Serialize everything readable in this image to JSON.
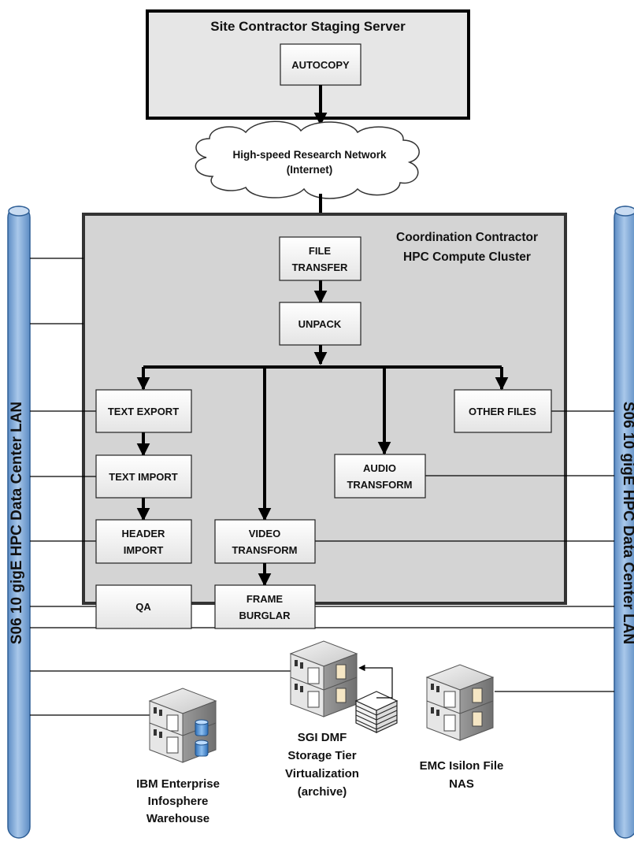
{
  "staging_server": {
    "title": "Site Contractor Staging Server",
    "autocopy": "AUTOCOPY"
  },
  "network": {
    "line1": "High-speed Research Network",
    "line2": "(Internet)"
  },
  "cluster": {
    "title_line1": "Coordination Contractor",
    "title_line2": "HPC Compute Cluster",
    "boxes": {
      "file_transfer": [
        "FILE",
        "TRANSFER"
      ],
      "unpack": [
        "UNPACK"
      ],
      "text_export": [
        "TEXT EXPORT"
      ],
      "text_import": [
        "TEXT IMPORT"
      ],
      "header_import": [
        "HEADER",
        "IMPORT"
      ],
      "qa": [
        "QA"
      ],
      "video_transform": [
        "VIDEO",
        "TRANSFORM"
      ],
      "frame_burglar": [
        "FRAME",
        "BURGLAR"
      ],
      "audio_transform": [
        "AUDIO",
        "TRANSFORM"
      ],
      "other_files": [
        "OTHER FILES"
      ]
    }
  },
  "lan": {
    "left_label": "S06 10 gigE HPC Data Center LAN",
    "right_label": "S06 10 gigE HPC Data Center LAN"
  },
  "storage": {
    "ibm": [
      "IBM Enterprise",
      "Infosphere",
      "Warehouse"
    ],
    "sgi": [
      "SGI DMF",
      "Storage Tier",
      "Virtualization",
      "(archive)"
    ],
    "emc": [
      "EMC Isilon File",
      "NAS"
    ]
  },
  "icons": [
    "server-rack-icon",
    "disk-icon",
    "tape-library-icon",
    "cloud-icon"
  ],
  "colors": {
    "cluster_fill": "#d4d4d4",
    "staging_fill": "#e6e6e6",
    "lan_pipe": "#8fb4dc",
    "lan_pipe_edge": "#3a6aa0",
    "box_fill": "#f4f4f4"
  }
}
